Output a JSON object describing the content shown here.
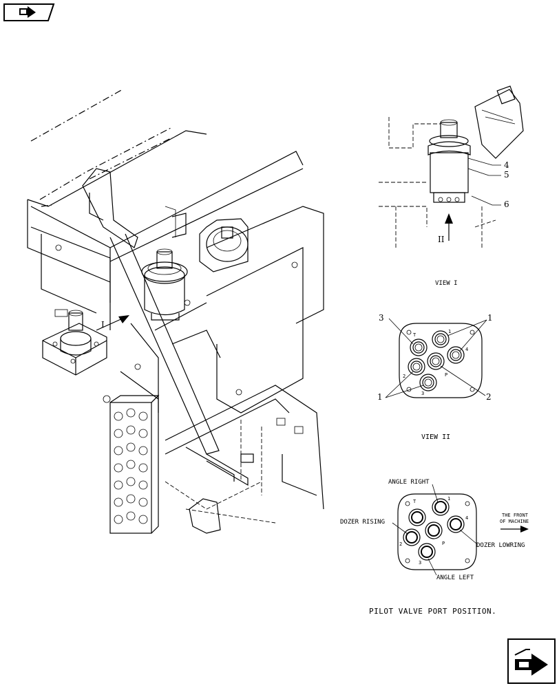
{
  "view_labels": {
    "view1": "VIEW I",
    "view2": "VIEW II"
  },
  "callouts": {
    "c4": "4",
    "c5": "5",
    "c6": "6",
    "c1_top": "1",
    "c3": "3",
    "c1_bottom": "1",
    "c2_right": "2",
    "view1_marker": "II"
  },
  "port_marks": {
    "T": "T",
    "one": "1",
    "two": "2",
    "three": "3",
    "four": "4",
    "P": "P"
  },
  "port_functions": {
    "angle_right": "ANGLE RIGHT",
    "dozer_rising": "DOZER RISING",
    "dozer_lowring": "DOZER LOWRING",
    "angle_left": "ANGLE LEFT",
    "front_line1": "THE FRONT",
    "front_line2": "OF MACHINE"
  },
  "main_view_marker": "I",
  "caption": "PILOT VALVE PORT POSITION."
}
